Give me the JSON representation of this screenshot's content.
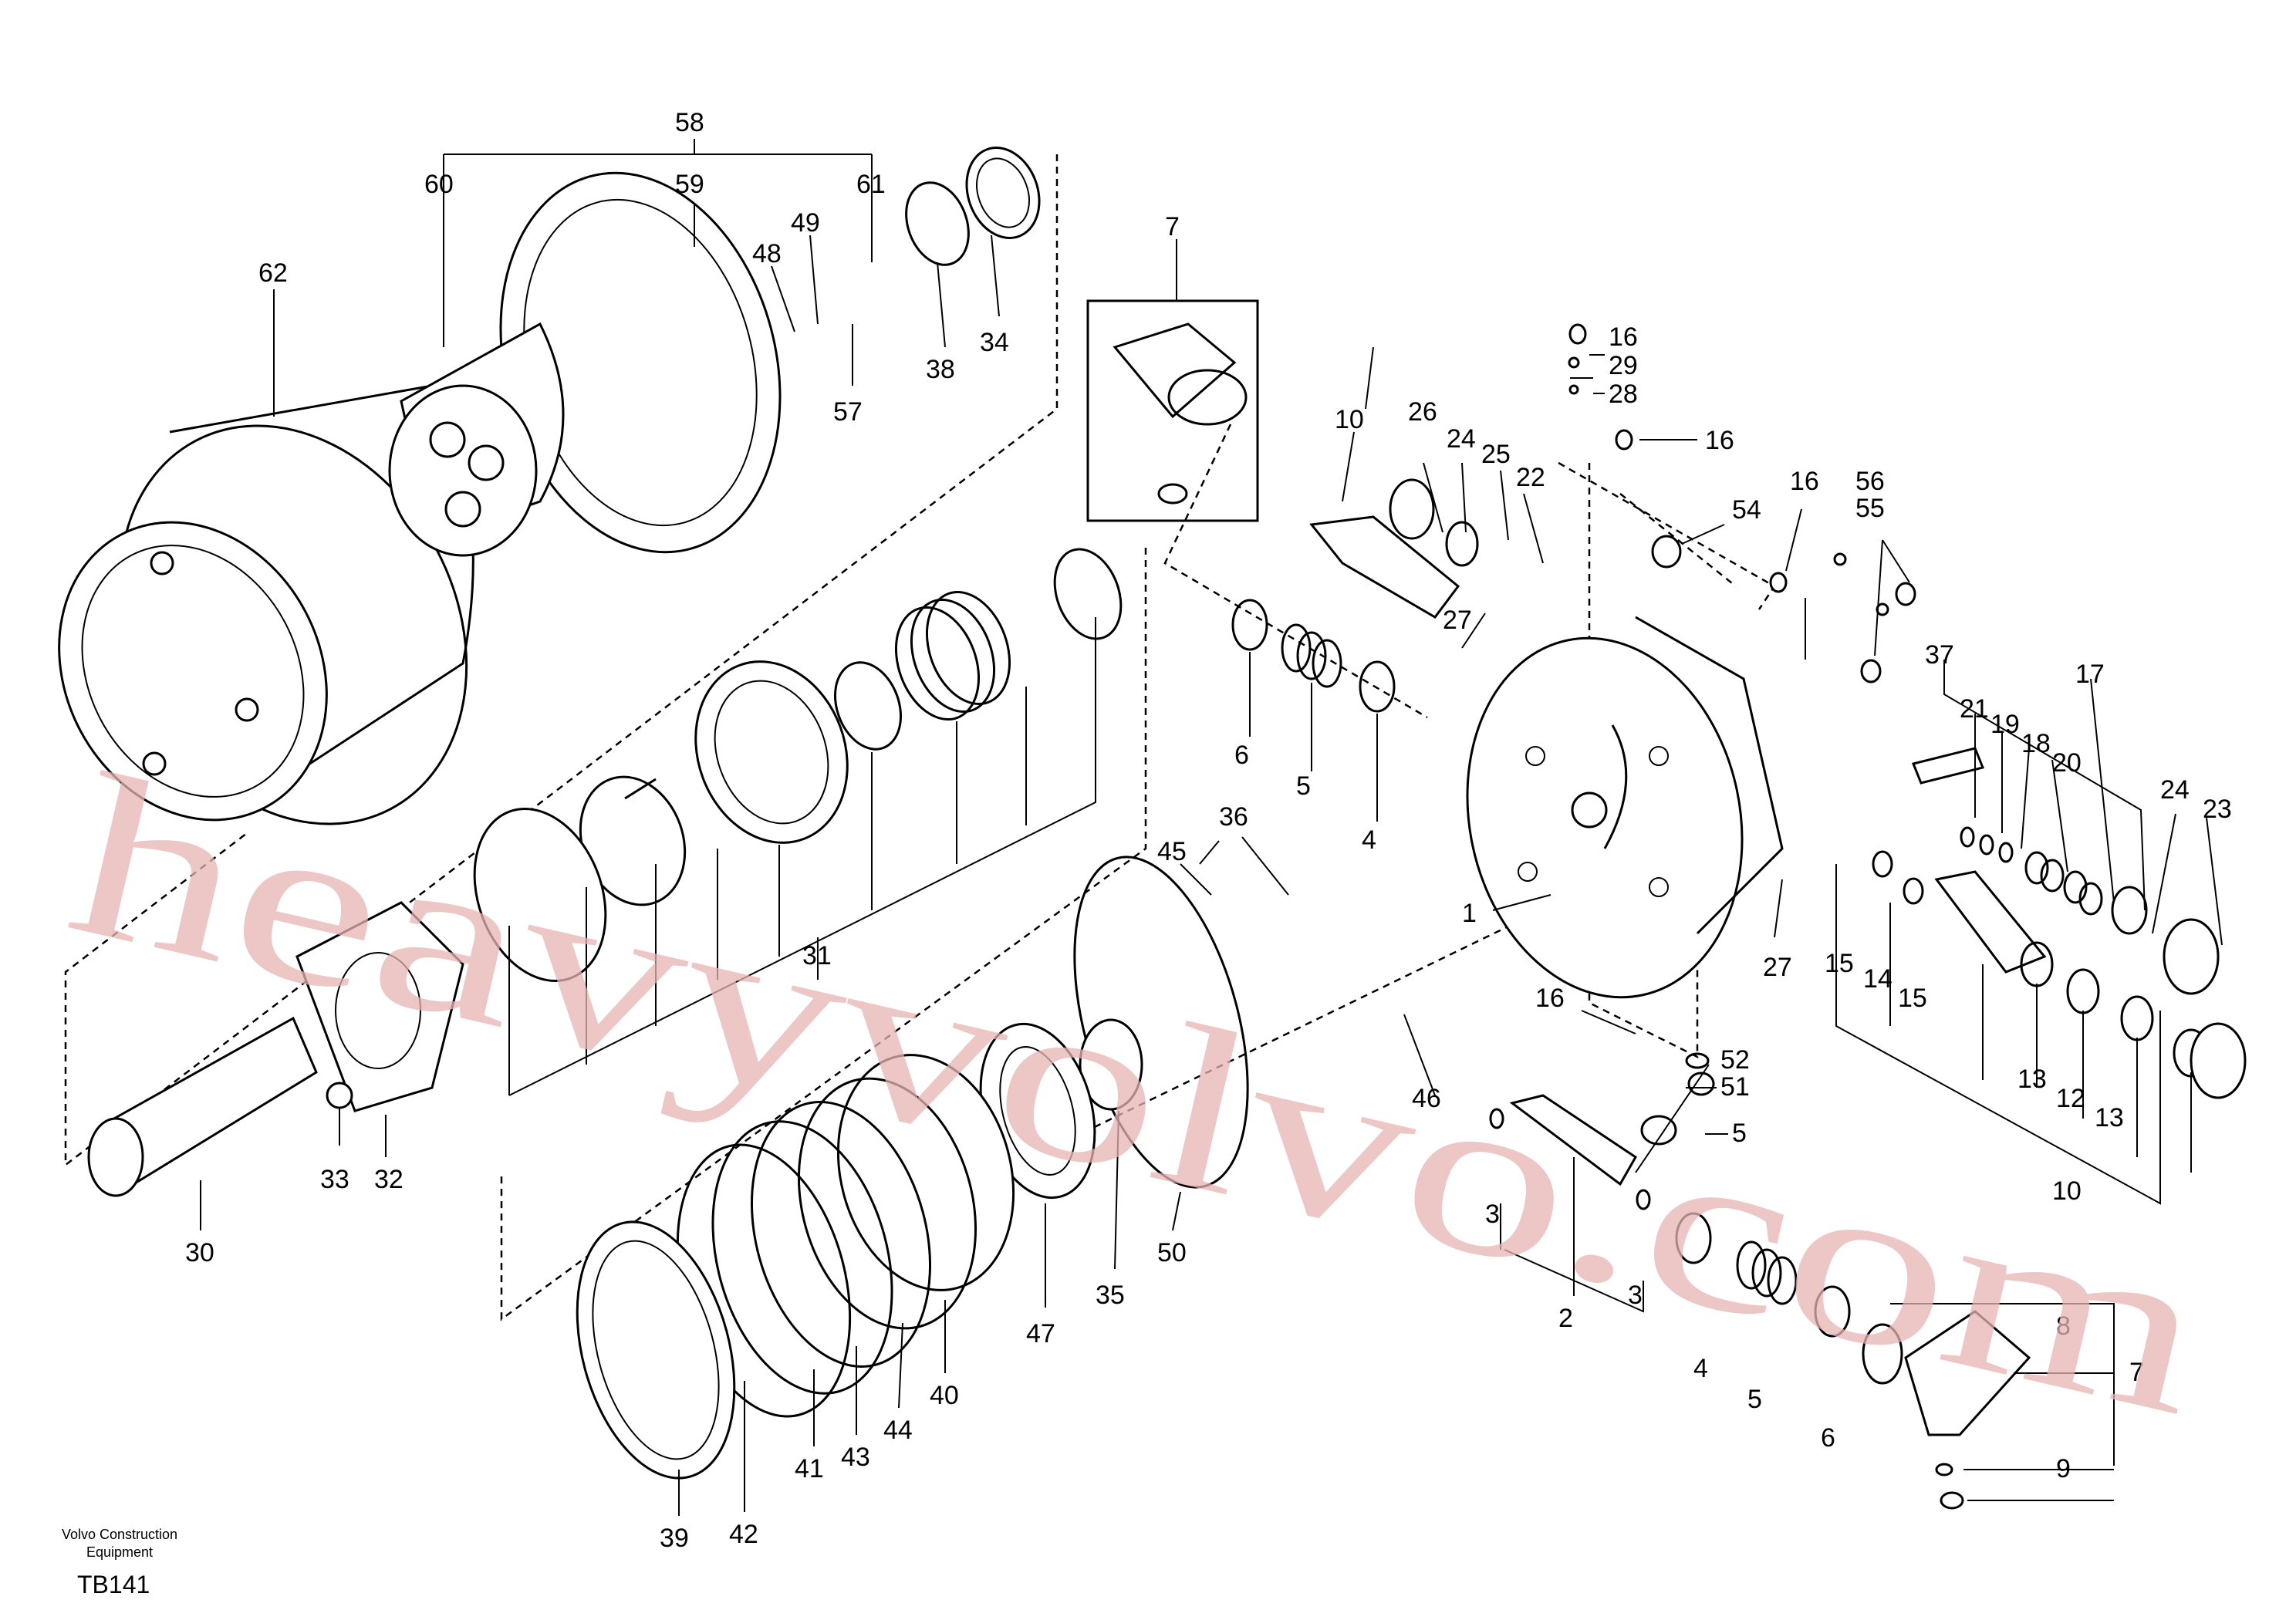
{
  "watermark": "heavyvolvo.com",
  "footer": {
    "company_line1": "Volvo Construction",
    "company_line2": "Equipment",
    "code": "TB141"
  },
  "callouts": [
    "58",
    "60",
    "59",
    "61",
    "49",
    "48",
    "57",
    "38",
    "34",
    "62",
    "7",
    "16",
    "29",
    "28",
    "16",
    "10",
    "26",
    "24",
    "25",
    "22",
    "16",
    "54",
    "56",
    "55",
    "27",
    "6",
    "5",
    "4",
    "37",
    "21",
    "19",
    "18",
    "20",
    "17",
    "24",
    "23",
    "36",
    "45",
    "1",
    "15",
    "14",
    "15",
    "27",
    "31",
    "16",
    "52",
    "51",
    "5",
    "46",
    "13",
    "12",
    "13",
    "10",
    "3",
    "3",
    "2",
    "33",
    "32",
    "30",
    "50",
    "35",
    "47",
    "40",
    "44",
    "43",
    "41",
    "42",
    "39",
    "8",
    "7",
    "4",
    "5",
    "6",
    "9"
  ]
}
